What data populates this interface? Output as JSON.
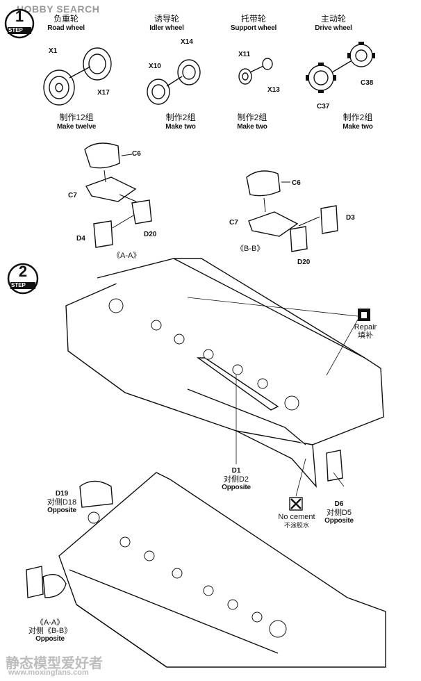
{
  "watermark": {
    "top_left": "HOBBY SEARCH",
    "bottom_cn": "静态模型爱好者",
    "bottom_url": "www.moxingfans.com"
  },
  "steps": [
    {
      "label": "STEP",
      "number": "1"
    },
    {
      "label": "STEP",
      "number": "2"
    }
  ],
  "wheels": [
    {
      "cn": "负重轮",
      "en": "Road wheel",
      "parts": [
        "X1",
        "X17"
      ],
      "make_cn": "制作12组",
      "make_en": "Make twelve"
    },
    {
      "cn": "诱导轮",
      "en": "Idler wheel",
      "parts": [
        "X14",
        "X10"
      ],
      "make_cn": "制作2组",
      "make_en": "Make two"
    },
    {
      "cn": "托带轮",
      "en": "Support wheel",
      "parts": [
        "X11",
        "X13"
      ],
      "make_cn": "制作2组",
      "make_en": "Make two"
    },
    {
      "cn": "主动轮",
      "en": "Drive wheel",
      "parts": [
        "C38",
        "C37"
      ],
      "make_cn": "制作2组",
      "make_en": "Make two"
    }
  ],
  "subassemblies": [
    {
      "title": "《A-A》",
      "parts": [
        "C6",
        "C7",
        "D4",
        "D20"
      ]
    },
    {
      "title": "《B-B》",
      "parts": [
        "C6",
        "C7",
        "D3",
        "D20"
      ]
    }
  ],
  "callouts": {
    "repair_en": "Repair",
    "repair_cn": "填补",
    "d1": "D1",
    "d1_opp": "对侧D2",
    "d1_opp_en": "Opposite",
    "no_cement_en": "No cement",
    "no_cement_cn": "不涂胶水",
    "d6": "D6",
    "d6_opp": "对侧D5",
    "d6_opp_en": "Opposite",
    "d19": "D19",
    "d19_opp": "对侧D18",
    "d19_opp_en": "Opposite",
    "aa": "《A-A》",
    "aa_opp": "对侧《B-B》",
    "aa_opp_en": "Opposite"
  }
}
